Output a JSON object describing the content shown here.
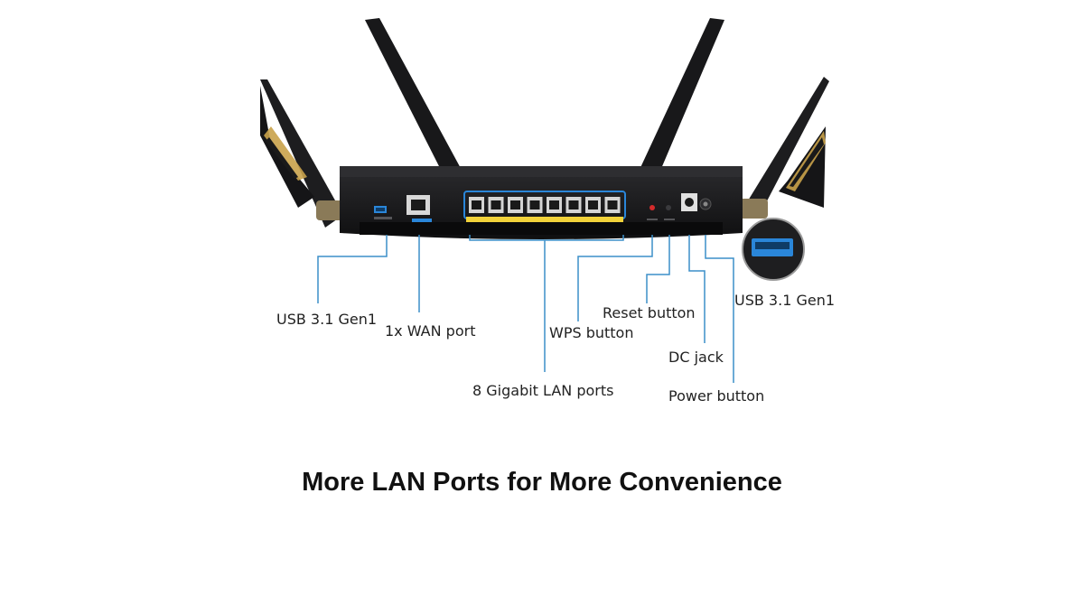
{
  "callouts": {
    "usb_left": "USB 3.1 Gen1",
    "wan": "1x WAN port",
    "lan": "8 Gigabit LAN ports",
    "wps": "WPS button",
    "reset": "Reset button",
    "dc": "DC jack",
    "power": "Power button",
    "usb_right": "USB 3.1 Gen1"
  },
  "headline": "More LAN Ports for More Convenience",
  "colors": {
    "router_body": "#1c1c1e",
    "accent_gold": "#c9a24a",
    "port_yellow": "#f2d23a",
    "usb_blue": "#2a86d9",
    "leader_line": "#3c8fc9",
    "wps_red": "#d42b2b"
  }
}
